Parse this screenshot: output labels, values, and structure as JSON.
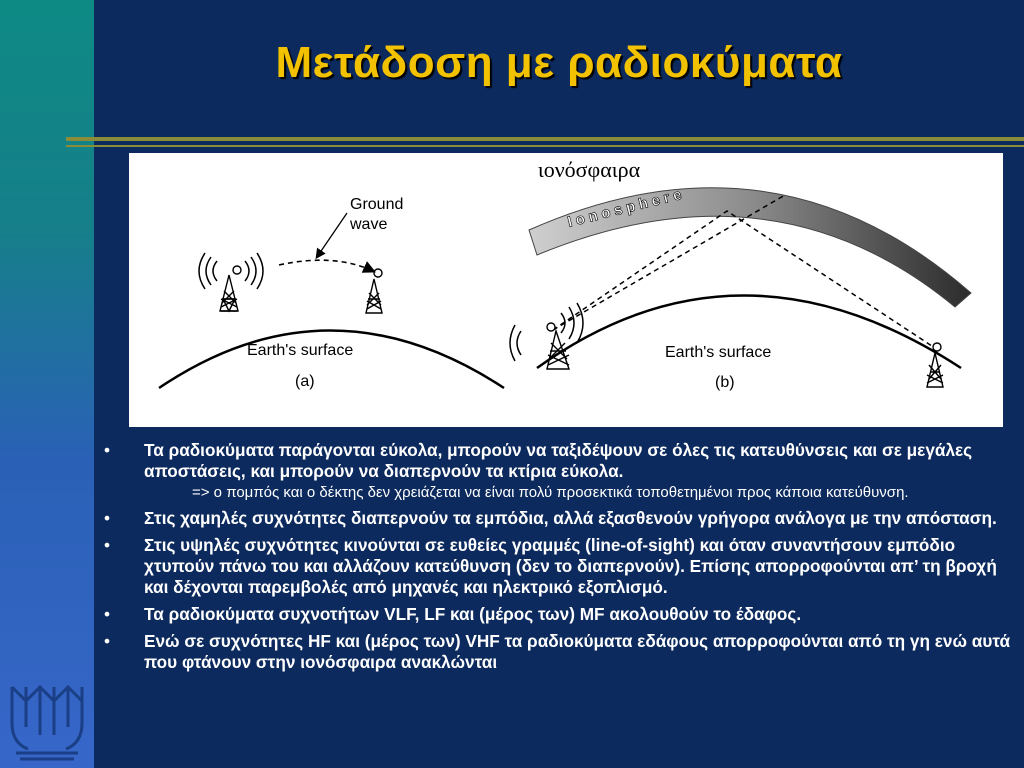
{
  "slide": {
    "title": "Μετάδοση με ραδιοκύματα"
  },
  "figure": {
    "caption": "ιονόσφαιρα",
    "panel_a": {
      "ground_wave": [
        "Ground",
        "wave"
      ],
      "surface_label": "Earth's surface",
      "panel_label": "(a)"
    },
    "panel_b": {
      "ionosphere_label": "Ionosphere",
      "surface_label": "Earth's surface",
      "panel_label": "(b)"
    }
  },
  "bullets": [
    {
      "marker": "•",
      "text": "Τα ραδιοκύματα παράγονται εύκολα, μπορούν να ταξιδέψουν σε όλες τις κατευθύνσεις και σε μεγάλες αποστάσεις, και μπορούν να διαπερνούν τα κτίρια εύκολα.",
      "sub": "=> ο πομπός και ο δέκτης δεν χρειάζεται να είναι πολύ προσεκτικά τοποθετημένοι προς κάποια κατεύθυνση."
    },
    {
      "marker": "•",
      "text": "Στις χαμηλές συχνότητες διαπερνούν τα εμπόδια, αλλά εξασθενούν γρήγορα ανάλογα με την απόσταση."
    },
    {
      "marker": "•",
      "text": "Στις υψηλές συχνότητες κινούνται σε ευθείες γραμμές (line-of-sight) και όταν συναντήσουν εμπόδιο χτυπούν πάνω του και αλλάζουν κατεύθυνση (δεν το διαπερνούν). Επίσης απορροφούνται απ’ τη βροχή και δέχονται παρεμβολές από μηχανές και ηλεκτρικό εξοπλισμό."
    },
    {
      "marker": "•",
      "text": "Τα ραδιοκύματα συχνοτήτων VLF, LF και (μέρος των) MF ακολουθούν το έδαφος."
    },
    {
      "marker": "•",
      "text": "Ενώ σε συχνότητες HF και (μέρος των) VHF τα ραδιοκύματα εδάφους απορροφούνται από τη γη ενώ αυτά που φτάνουν στην ιονόσφαιρα ανακλώνται"
    }
  ],
  "colors": {
    "title": "#f2c200",
    "background": "#0c2a5e",
    "rule": "#8b8c3a"
  }
}
